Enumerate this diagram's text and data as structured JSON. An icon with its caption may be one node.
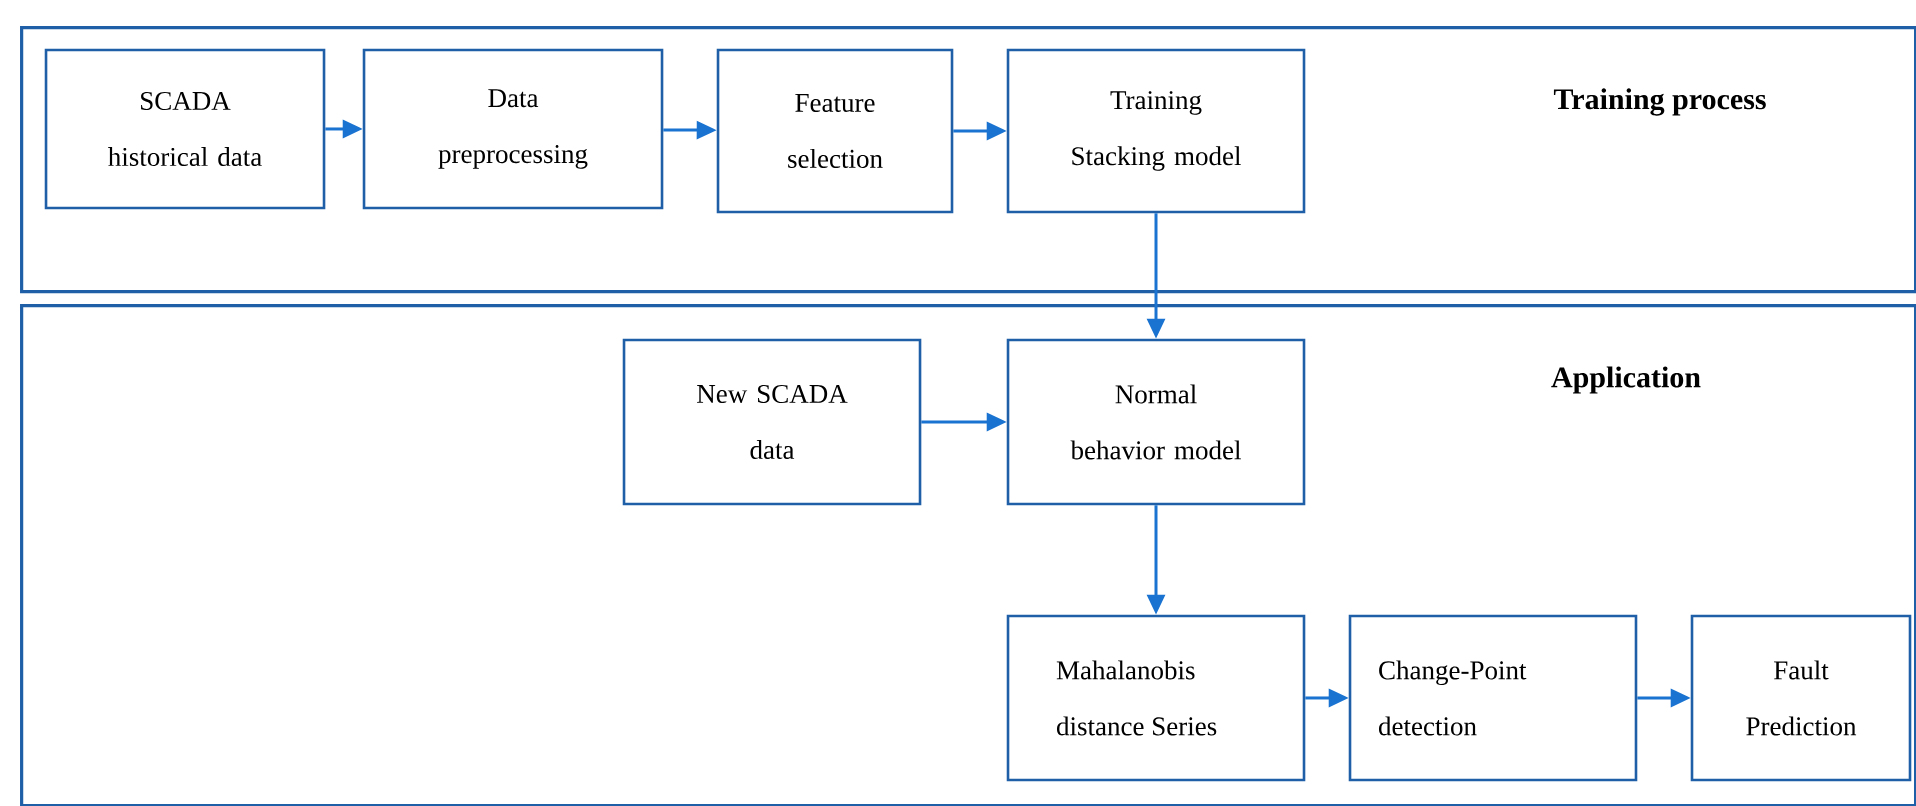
{
  "diagram": {
    "nodes": [
      {
        "text": [
          "Training process"
        ]
      },
      {
        "text": [
          "SCADA historical data"
        ],
        "in": 0
      },
      {
        "text": [
          "Data preprocessing"
        ],
        "in": 0
      },
      {
        "text": [
          "Feature selection"
        ],
        "in": 0
      },
      {
        "text": [
          "Training Stacking model"
        ],
        "in": 0
      },
      {
        "text": [
          "Application"
        ]
      },
      {
        "text": [
          "New SCADA data"
        ],
        "in": 5
      },
      {
        "text": [
          "Normal behavior model"
        ],
        "in": 5
      },
      {
        "text": [
          "Mahalanobis distance Series"
        ],
        "in": 5
      },
      {
        "text": [
          "Change-Point detection"
        ],
        "in": 5
      },
      {
        "text": [
          "Fault Prediction"
        ],
        "in": 5
      }
    ],
    "edges": [
      {
        "from": 1,
        "to": 2,
        "arrow": "to"
      },
      {
        "from": 2,
        "to": 3,
        "arrow": "to"
      },
      {
        "from": 3,
        "to": 4,
        "arrow": "to"
      },
      {
        "from": 4,
        "to": 7,
        "arrow": "to"
      },
      {
        "from": 6,
        "to": 7,
        "arrow": "to"
      },
      {
        "from": 7,
        "to": 8,
        "arrow": "to"
      },
      {
        "from": 8,
        "to": 9,
        "arrow": "to"
      },
      {
        "from": 9,
        "to": 10,
        "arrow": "to"
      }
    ]
  }
}
